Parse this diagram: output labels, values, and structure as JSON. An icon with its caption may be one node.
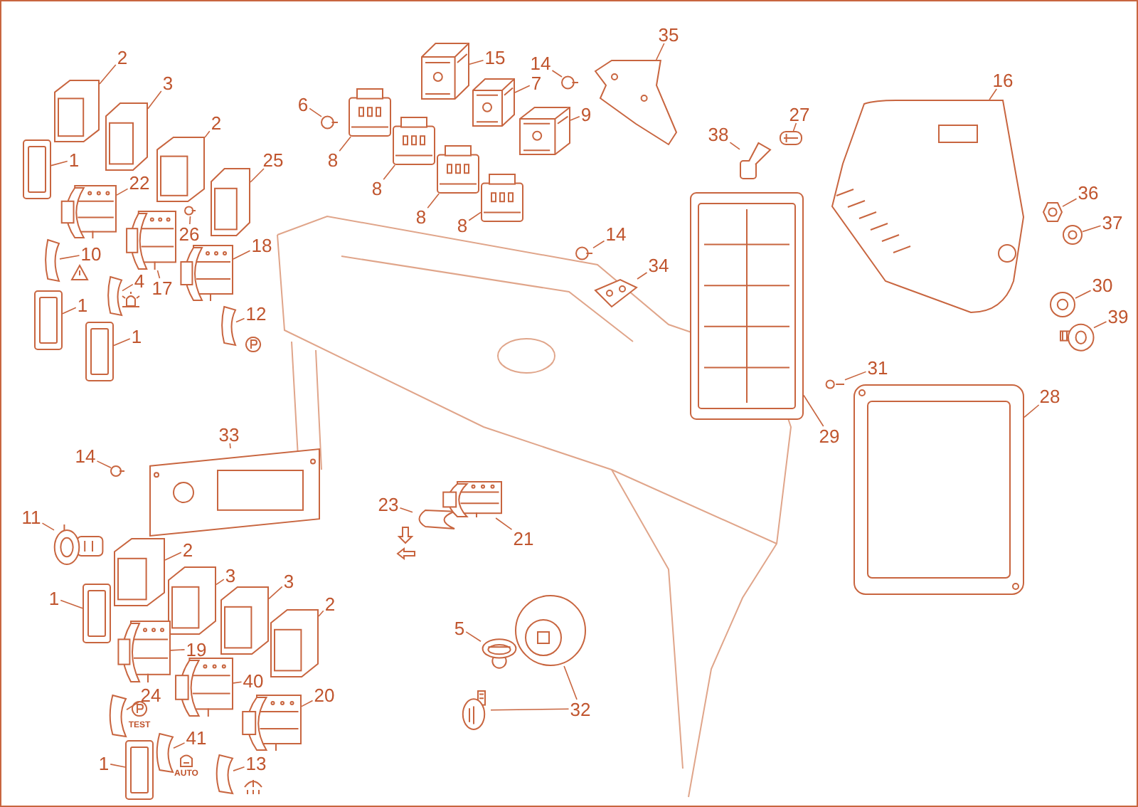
{
  "diagram": {
    "nodes": [
      {
        "text": [
          "2"
        ]
      },
      {
        "text": [],
        "shape": "picture"
      },
      {
        "text": [
          "3"
        ]
      },
      {
        "text": [],
        "shape": "picture"
      },
      {
        "text": [
          "2"
        ]
      },
      {
        "text": [],
        "shape": "picture"
      },
      {
        "text": [
          "1"
        ]
      },
      {
        "text": [],
        "shape": "picture"
      },
      {
        "text": [
          "22"
        ]
      },
      {
        "text": [],
        "shape": "picture"
      },
      {
        "text": [
          "25"
        ]
      },
      {
        "text": [],
        "shape": "picture"
      },
      {
        "text": [
          "10"
        ]
      },
      {
        "text": [],
        "shape": "picture"
      },
      {
        "text": [
          "26"
        ]
      },
      {
        "text": [],
        "shape": "picture"
      },
      {
        "text": [
          "18"
        ]
      },
      {
        "text": [],
        "shape": "picture"
      },
      {
        "text": [
          "4"
        ]
      },
      {
        "text": [],
        "shape": "picture"
      },
      {
        "text": [
          "17"
        ]
      },
      {
        "text": [],
        "shape": "picture"
      },
      {
        "text": [
          "1"
        ]
      },
      {
        "text": [],
        "shape": "picture"
      },
      {
        "text": [
          "12"
        ]
      },
      {
        "text": [],
        "shape": "picture"
      },
      {
        "text": [
          "1"
        ]
      },
      {
        "text": [],
        "shape": "picture"
      },
      {
        "text": [
          "6"
        ]
      },
      {
        "text": [],
        "shape": "picture"
      },
      {
        "text": [
          "15"
        ]
      },
      {
        "text": [],
        "shape": "picture"
      },
      {
        "text": [
          "14"
        ]
      },
      {
        "text": [],
        "shape": "picture"
      },
      {
        "text": [
          "35"
        ]
      },
      {
        "text": [],
        "shape": "picture"
      },
      {
        "text": [
          "7"
        ]
      },
      {
        "text": [],
        "shape": "picture"
      },
      {
        "text": [
          "9"
        ]
      },
      {
        "text": [],
        "shape": "picture"
      },
      {
        "text": [
          "8"
        ]
      },
      {
        "text": [],
        "shape": "picture"
      },
      {
        "text": [
          "8"
        ]
      },
      {
        "text": [],
        "shape": "picture"
      },
      {
        "text": [
          "8"
        ]
      },
      {
        "text": [],
        "shape": "picture"
      },
      {
        "text": [
          "8"
        ]
      },
      {
        "text": [],
        "shape": "picture"
      },
      {
        "text": [
          "14"
        ]
      },
      {
        "text": [],
        "shape": "picture"
      },
      {
        "text": [
          "34"
        ]
      },
      {
        "text": [],
        "shape": "picture"
      },
      {
        "text": [
          "27"
        ]
      },
      {
        "text": [],
        "shape": "picture"
      },
      {
        "text": [
          "16"
        ]
      },
      {
        "text": [],
        "shape": "picture"
      },
      {
        "text": [
          "38"
        ]
      },
      {
        "text": [],
        "shape": "picture"
      },
      {
        "text": [
          "36"
        ]
      },
      {
        "text": [],
        "shape": "picture"
      },
      {
        "text": [
          "37"
        ]
      },
      {
        "text": [],
        "shape": "picture"
      },
      {
        "text": [
          "30"
        ]
      },
      {
        "text": [],
        "shape": "picture"
      },
      {
        "text": [
          "39"
        ]
      },
      {
        "text": [],
        "shape": "picture"
      },
      {
        "text": [
          "31"
        ]
      },
      {
        "text": [],
        "shape": "picture"
      },
      {
        "text": [
          "28"
        ]
      },
      {
        "text": [],
        "shape": "picture"
      },
      {
        "text": [
          "29"
        ]
      },
      {
        "text": [],
        "shape": "picture"
      },
      {
        "text": [
          "14"
        ]
      },
      {
        "text": [],
        "shape": "picture"
      },
      {
        "text": [
          "33"
        ]
      },
      {
        "text": [],
        "shape": "picture"
      },
      {
        "text": [
          "11"
        ]
      },
      {
        "text": [],
        "shape": "picture"
      },
      {
        "text": [
          "2"
        ]
      },
      {
        "text": [],
        "shape": "picture"
      },
      {
        "text": [
          "1"
        ]
      },
      {
        "text": [],
        "shape": "picture"
      },
      {
        "text": [
          "3"
        ]
      },
      {
        "text": [],
        "shape": "picture"
      },
      {
        "text": [
          "3"
        ]
      },
      {
        "text": [],
        "shape": "picture"
      },
      {
        "text": [
          "2"
        ]
      },
      {
        "text": [],
        "shape": "picture"
      },
      {
        "text": [
          "19"
        ]
      },
      {
        "text": [],
        "shape": "picture"
      },
      {
        "text": [
          "40"
        ]
      },
      {
        "text": [],
        "shape": "picture"
      },
      {
        "text": [
          "24"
        ]
      },
      {
        "text": [],
        "shape": "picture"
      },
      {
        "text": [
          "20"
        ]
      },
      {
        "text": [],
        "shape": "picture"
      },
      {
        "text": [
          "41"
        ]
      },
      {
        "text": [],
        "shape": "picture"
      },
      {
        "text": [
          "1"
        ]
      },
      {
        "text": [],
        "shape": "picture"
      },
      {
        "text": [
          "13"
        ]
      },
      {
        "text": [],
        "shape": "picture"
      },
      {
        "text": [
          "23"
        ]
      },
      {
        "text": [],
        "shape": "picture"
      },
      {
        "text": [
          "21"
        ]
      },
      {
        "text": [],
        "shape": "picture"
      },
      {
        "text": [
          "5"
        ]
      },
      {
        "text": [],
        "shape": "picture"
      },
      {
        "text": [
          "32"
        ]
      },
      {
        "text": [],
        "shape": "picture"
      },
      {
        "text": [],
        "shape": "picture"
      }
    ],
    "edges": [
      {
        "from": 0,
        "to": 1,
        "arrow": "none"
      },
      {
        "from": 2,
        "to": 3,
        "arrow": "none"
      },
      {
        "from": 4,
        "to": 5,
        "arrow": "none"
      },
      {
        "from": 6,
        "to": 7,
        "arrow": "none"
      },
      {
        "from": 8,
        "to": 9,
        "arrow": "none"
      },
      {
        "from": 10,
        "to": 11,
        "arrow": "none"
      },
      {
        "from": 12,
        "to": 13,
        "arrow": "none"
      },
      {
        "from": 14,
        "to": 15,
        "arrow": "none"
      },
      {
        "from": 16,
        "to": 17,
        "arrow": "none"
      },
      {
        "from": 18,
        "to": 19,
        "arrow": "none"
      },
      {
        "from": 20,
        "to": 21,
        "arrow": "none"
      },
      {
        "from": 22,
        "to": 23,
        "arrow": "none"
      },
      {
        "from": 24,
        "to": 25,
        "arrow": "none"
      },
      {
        "from": 26,
        "to": 27,
        "arrow": "none"
      },
      {
        "from": 28,
        "to": 29,
        "arrow": "none"
      },
      {
        "from": 30,
        "to": 31,
        "arrow": "none"
      },
      {
        "from": 32,
        "to": 33,
        "arrow": "none"
      },
      {
        "from": 34,
        "to": 35,
        "arrow": "none"
      },
      {
        "from": 36,
        "to": 37,
        "arrow": "none"
      },
      {
        "from": 38,
        "to": 39,
        "arrow": "none"
      },
      {
        "from": 40,
        "to": 41,
        "arrow": "none"
      },
      {
        "from": 42,
        "to": 43,
        "arrow": "none"
      },
      {
        "from": 44,
        "to": 45,
        "arrow": "none"
      },
      {
        "from": 46,
        "to": 47,
        "arrow": "none"
      },
      {
        "from": 48,
        "to": 49,
        "arrow": "none"
      },
      {
        "from": 50,
        "to": 51,
        "arrow": "none"
      },
      {
        "from": 52,
        "to": 53,
        "arrow": "none"
      },
      {
        "from": 54,
        "to": 55,
        "arrow": "none"
      },
      {
        "from": 56,
        "to": 57,
        "arrow": "none"
      },
      {
        "from": 58,
        "to": 59,
        "arrow": "none"
      },
      {
        "from": 60,
        "to": 61,
        "arrow": "none"
      },
      {
        "from": 62,
        "to": 63,
        "arrow": "none"
      },
      {
        "from": 64,
        "to": 65,
        "arrow": "none"
      },
      {
        "from": 66,
        "to": 67,
        "arrow": "none"
      },
      {
        "from": 68,
        "to": 69,
        "arrow": "none"
      },
      {
        "from": 70,
        "to": 71,
        "arrow": "none"
      },
      {
        "from": 72,
        "to": 73,
        "arrow": "none"
      },
      {
        "from": 74,
        "to": 75,
        "arrow": "none"
      },
      {
        "from": 76,
        "to": 77,
        "arrow": "none"
      },
      {
        "from": 78,
        "to": 79,
        "arrow": "none"
      },
      {
        "from": 80,
        "to": 81,
        "arrow": "none"
      },
      {
        "from": 82,
        "to": 83,
        "arrow": "none"
      },
      {
        "from": 84,
        "to": 85,
        "arrow": "none"
      },
      {
        "from": 86,
        "to": 87,
        "arrow": "none"
      },
      {
        "from": 88,
        "to": 89,
        "arrow": "none"
      },
      {
        "from": 90,
        "to": 91,
        "arrow": "none"
      },
      {
        "from": 92,
        "to": 93,
        "arrow": "none"
      },
      {
        "from": 94,
        "to": 95,
        "arrow": "none"
      },
      {
        "from": 96,
        "to": 97,
        "arrow": "none"
      },
      {
        "from": 98,
        "to": 99,
        "arrow": "none"
      },
      {
        "from": 100,
        "to": 101,
        "arrow": "none"
      },
      {
        "from": 102,
        "to": 103,
        "arrow": "none"
      },
      {
        "from": 104,
        "to": 105,
        "arrow": "none"
      },
      {
        "from": 106,
        "to": 107,
        "arrow": "none"
      },
      {
        "from": 108,
        "to": 109,
        "arrow": "none"
      },
      {
        "from": 108,
        "to": 110,
        "arrow": "none"
      }
    ],
    "labels": [
      "TEST",
      "AUTO"
    ]
  }
}
